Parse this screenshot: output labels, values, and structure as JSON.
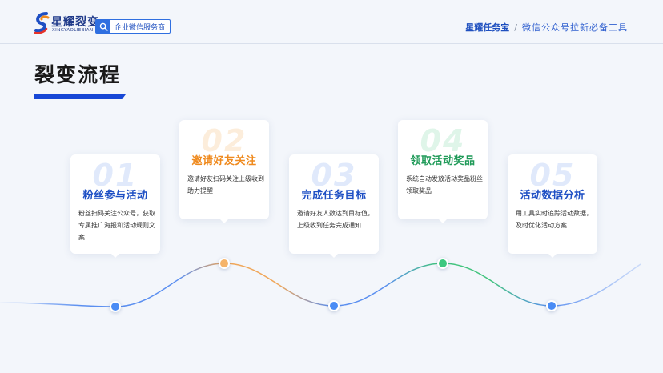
{
  "header": {
    "logo_cn": "星耀裂变",
    "logo_en": "XINGYAOLIEBIAN",
    "badge_text": "企业微信服务商",
    "brand": "星耀任务宝",
    "separator": "/",
    "tagline": "微信公众号拉新必备工具"
  },
  "page_title": "裂变流程",
  "colors": {
    "primary": "#1747d6",
    "orange": "#ef8a1e",
    "green": "#1f9a58",
    "dot_blue": "#4a8cf5",
    "dot_orange": "#f5b46a",
    "dot_green": "#3cc87f"
  },
  "steps": [
    {
      "num": "01",
      "title": "粉丝参与活动",
      "desc": "粉丝扫码关注公众号，获取专属推广海报和活动规则文案"
    },
    {
      "num": "02",
      "title": "邀请好友关注",
      "desc": "邀请好友扫码关注上级收到助力提醒"
    },
    {
      "num": "03",
      "title": "完成任务目标",
      "desc": "邀请好友人数达到目标值，上级收到任务完成通知"
    },
    {
      "num": "04",
      "title": "领取活动奖品",
      "desc": "系统自动发放活动奖品粉丝领取奖品"
    },
    {
      "num": "05",
      "title": "活动数据分析",
      "desc": "用工具实时追踪活动数据，及时优化活动方案"
    }
  ]
}
